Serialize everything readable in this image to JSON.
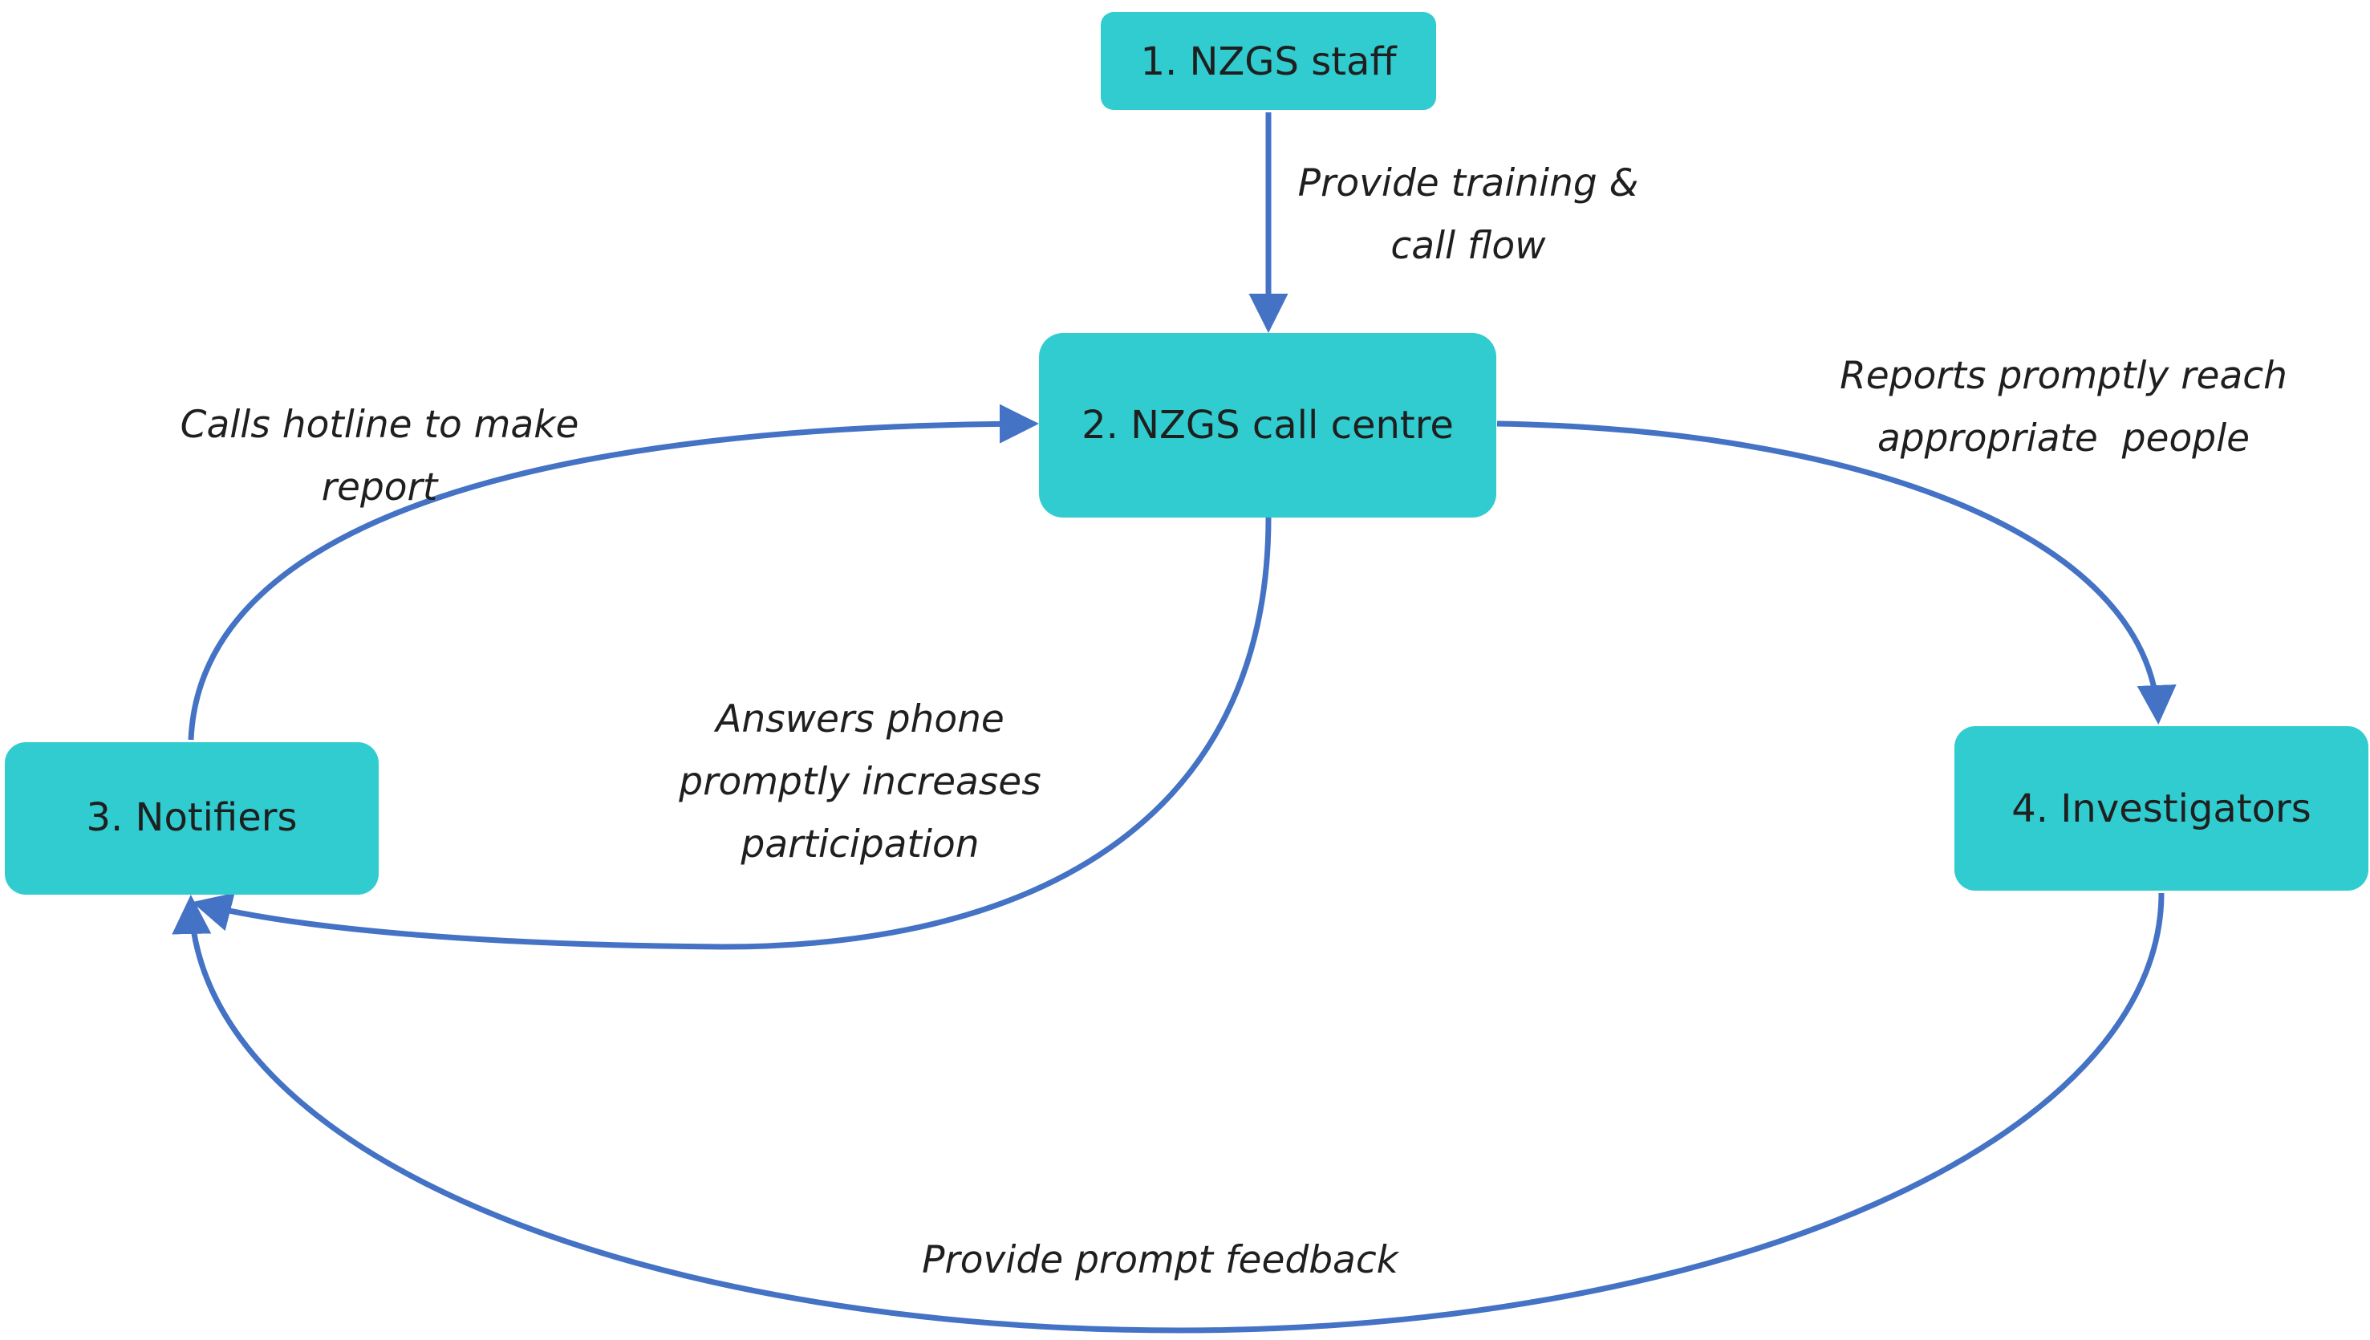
{
  "colors": {
    "node_fill": "#30cccf",
    "edge_stroke": "#4472c4"
  },
  "nodes": [
    {
      "id": "staff",
      "label": "1. NZGS staff"
    },
    {
      "id": "call_centre",
      "label": "2. NZGS call centre"
    },
    {
      "id": "notifiers",
      "label": "3. Notifiers"
    },
    {
      "id": "investigators",
      "label": "4. Investigators"
    }
  ],
  "edges": [
    {
      "from": "staff",
      "to": "call_centre",
      "label_lines": [
        "Provide training &",
        "call flow"
      ]
    },
    {
      "from": "notifiers",
      "to": "call_centre",
      "label_lines": [
        "Calls hotline to make",
        "report"
      ]
    },
    {
      "from": "call_centre",
      "to": "investigators",
      "label_lines": [
        "Reports promptly reach",
        "appropriate  people"
      ]
    },
    {
      "from": "call_centre",
      "to": "notifiers",
      "label_lines": [
        "Answers phone",
        "promptly increases",
        "participation"
      ]
    },
    {
      "from": "investigators",
      "to": "notifiers",
      "label_lines": [
        "Provide prompt feedback"
      ]
    }
  ]
}
